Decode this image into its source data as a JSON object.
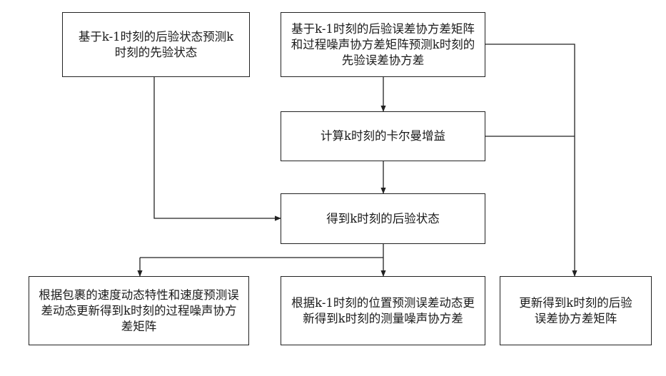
{
  "nodes": {
    "prior_state": "基于k-1时刻的后验状态预测k时刻的先验状态",
    "prior_cov": "基于k-1时刻的后验误差协方差矩阵和过程噪声协方差矩阵预测k时刻的先验误差协方差",
    "kalman_gain": "计算k时刻的卡尔曼增益",
    "posterior_state": "得到k时刻的后验状态",
    "process_noise": "根据包裹的速度动态特性和速度预测误差动态更新得到k时刻的过程噪声协方差矩阵",
    "measurement_noise": "根据k-1时刻的位置预测误差动态更新得到k时刻的测量噪声协方差",
    "posterior_cov": "更新得到k时刻的后验误差协方差矩阵"
  },
  "colors": {
    "line": "#222222",
    "box_border": "#222222",
    "text": "#1a1a1a",
    "background": "#ffffff"
  }
}
